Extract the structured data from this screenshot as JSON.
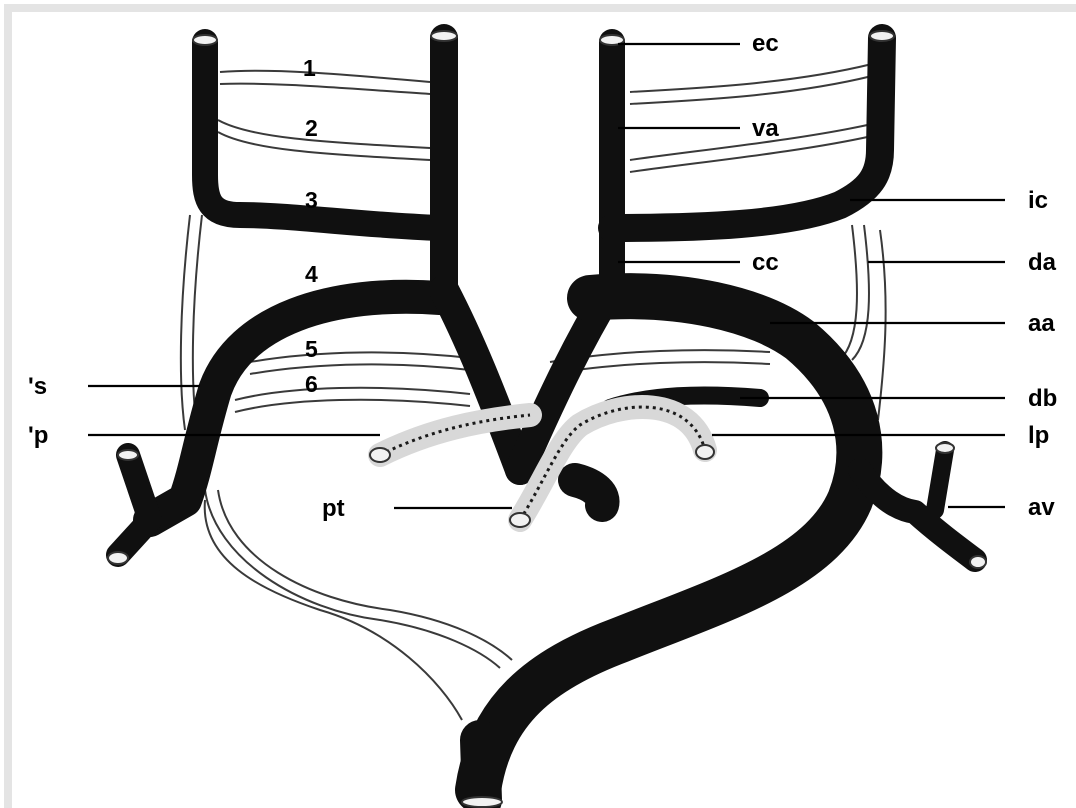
{
  "diagram": {
    "arch_numbers": [
      "1",
      "2",
      "3",
      "4",
      "5",
      "6"
    ],
    "labels_right": [
      "ec",
      "va",
      "ic",
      "cc",
      "da",
      "aa",
      "db",
      "lp",
      "av"
    ],
    "labels_left": [
      "'s",
      "'p"
    ],
    "label_center": "pt"
  }
}
